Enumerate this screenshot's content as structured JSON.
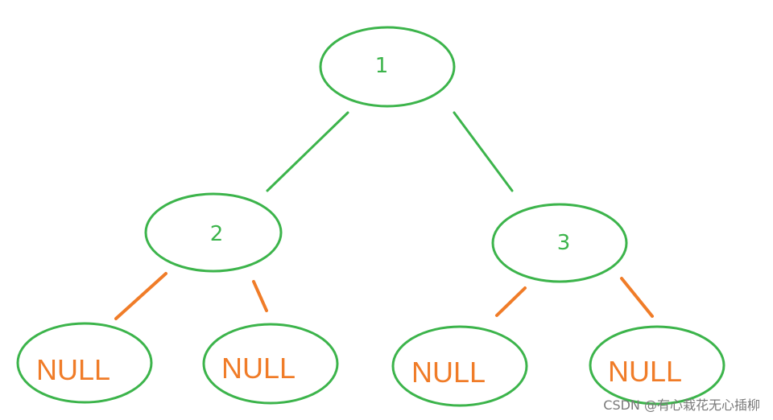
{
  "tree": {
    "root": "1",
    "left": "2",
    "right": "3",
    "leaves": [
      "NULL",
      "NULL",
      "NULL",
      "NULL"
    ]
  },
  "colors": {
    "node": "#3cb44b",
    "null_edge": "#f07c28",
    "null_text": "#f07c28"
  },
  "watermark": "CSDN @有心栽花无心插柳"
}
